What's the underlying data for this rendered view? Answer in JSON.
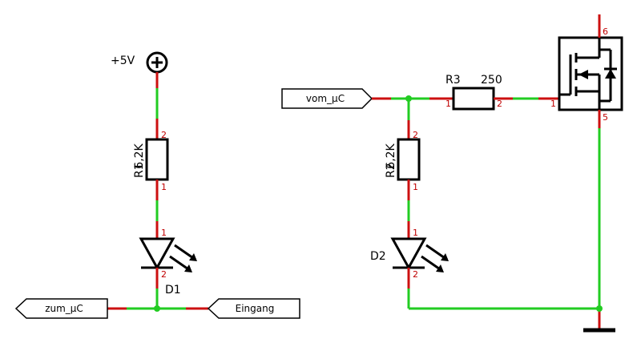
{
  "supply": {
    "label": "+5V",
    "symbol": "⊕"
  },
  "r1": {
    "name": "R1",
    "value": "6,2K",
    "pin_top": "2",
    "pin_bottom": "1"
  },
  "d1": {
    "name": "D1",
    "pin_anode": "1",
    "pin_cathode": "2"
  },
  "r2": {
    "name": "R2",
    "value": "6,2K",
    "pin_top": "2",
    "pin_bottom": "1"
  },
  "d2": {
    "name": "D2",
    "pin_anode": "1",
    "pin_cathode": "2"
  },
  "r3": {
    "name": "R3",
    "value": "250",
    "pin_left": "1",
    "pin_right": "2"
  },
  "mosfet": {
    "pin_drain": "6",
    "pin_gate": "1",
    "pin_source": "5"
  },
  "flags": {
    "zum_uc": "zum_µC",
    "eingang": "Eingang",
    "vom_uc": "vom_µC"
  }
}
